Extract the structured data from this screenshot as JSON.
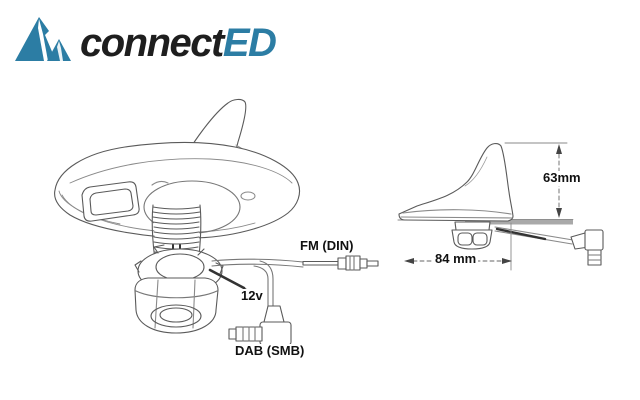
{
  "logo": {
    "brand_part1": "connect",
    "brand_part2": "ED",
    "colors": {
      "accent": "#2c7da4",
      "text": "#1e1e1e"
    }
  },
  "diagram": {
    "underside_view": {
      "labels": {
        "fm_connector": "FM (DIN)",
        "power_lead": "12v",
        "dab_connector": "DAB (SMB)"
      }
    },
    "side_view": {
      "height_dimension": "63mm",
      "length_dimension": "84 mm"
    }
  }
}
